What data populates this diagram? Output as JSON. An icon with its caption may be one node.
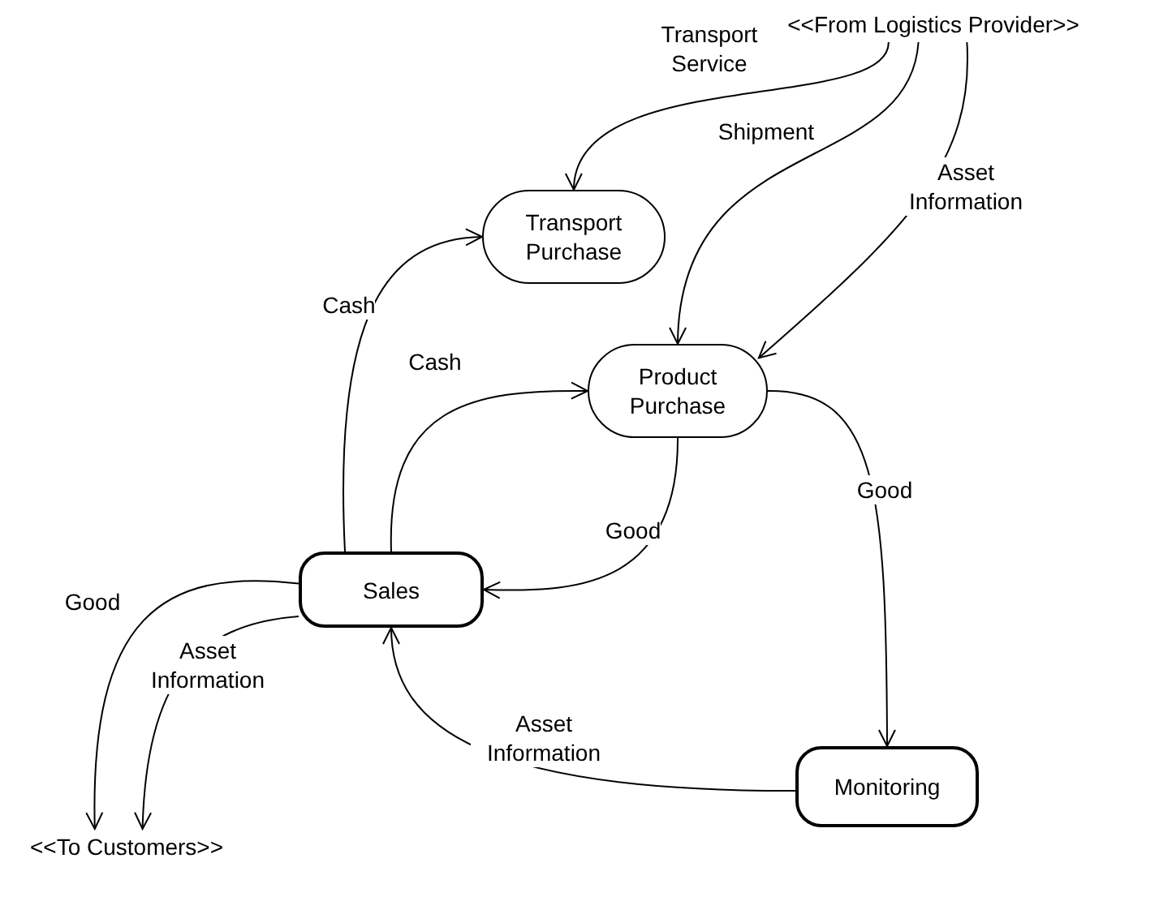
{
  "diagram": {
    "nodes": [
      {
        "text": [
          "<<From Logistics Provider>>"
        ]
      },
      {
        "text": [
          "Transport Purchase"
        ]
      },
      {
        "text": [
          "Product Purchase"
        ]
      },
      {
        "text": [
          "Sales"
        ]
      },
      {
        "text": [
          "Monitoring"
        ]
      },
      {
        "text": [
          "<<To Customers>>"
        ]
      }
    ],
    "edges": [
      {
        "from": 0,
        "to": 1,
        "arrow": "to",
        "label": "Transport Service"
      },
      {
        "from": 0,
        "to": 2,
        "arrow": "to",
        "label": "Shipment"
      },
      {
        "from": 0,
        "to": 2,
        "arrow": "to",
        "label": "Asset Information"
      },
      {
        "from": 3,
        "to": 1,
        "arrow": "to",
        "label": "Cash"
      },
      {
        "from": 3,
        "to": 2,
        "arrow": "to",
        "label": "Cash"
      },
      {
        "from": 2,
        "to": 3,
        "arrow": "to",
        "label": "Good"
      },
      {
        "from": 2,
        "to": 4,
        "arrow": "to",
        "label": "Good"
      },
      {
        "from": 4,
        "to": 3,
        "arrow": "to",
        "label": "Asset Information"
      },
      {
        "from": 3,
        "to": 5,
        "arrow": "to",
        "label": "Good"
      },
      {
        "from": 3,
        "to": 5,
        "arrow": "to",
        "label": "Asset Information"
      }
    ]
  }
}
